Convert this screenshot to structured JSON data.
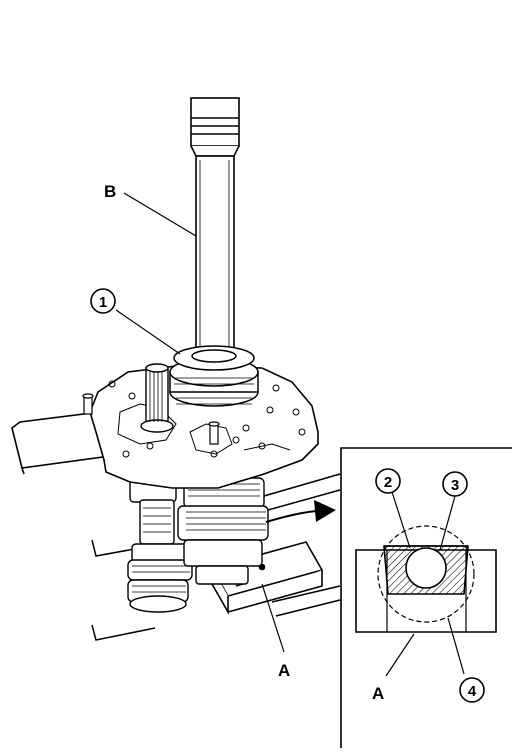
{
  "callouts": {
    "part_1": "1",
    "part_2": "2",
    "part_3": "3",
    "part_4": "4",
    "label_b": "B",
    "label_a_main": "A",
    "label_a_detail": "A"
  },
  "colors": {
    "line": "#000000",
    "background": "#ffffff"
  }
}
